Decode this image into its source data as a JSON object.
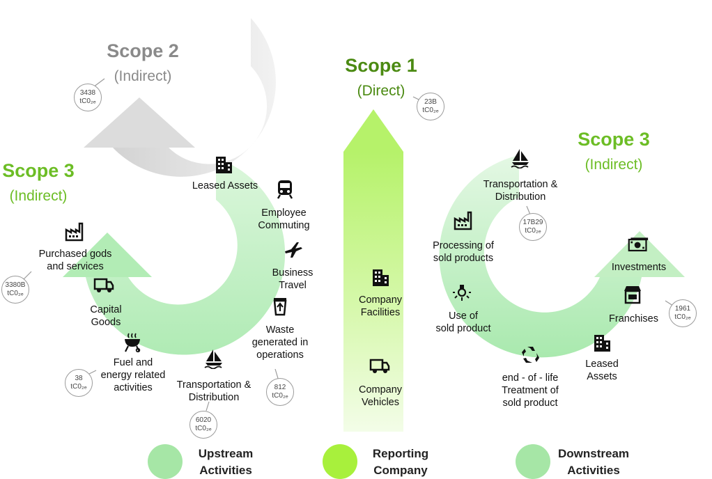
{
  "colors": {
    "scope1": "#4b8a12",
    "scope2": "#8a8a8a",
    "scope3": "#6cbd25",
    "upstream": "#a6e6a6",
    "reporting": "#a8f03c",
    "downstream": "#a6e6a6",
    "scope2_arrow": "#dcdcdc"
  },
  "scope2": {
    "title": "Scope 2",
    "subtitle": "(Indirect)",
    "emission_value": "3438",
    "emission_unit": "tC0₂ₑ"
  },
  "scope1": {
    "title": "Scope 1",
    "subtitle": "(Direct)",
    "emission_value": "23B",
    "emission_unit": "tC0₂ₑ"
  },
  "scope3_upstream": {
    "title": "Scope 3",
    "subtitle": "(Indirect)",
    "items": {
      "leased_assets": "Leased Assets",
      "employee_commuting_1": "Employee",
      "employee_commuting_2": "Commuting",
      "business_travel_1": "Business",
      "business_travel_2": "Travel",
      "waste_1": "Waste",
      "waste_2": "generated in",
      "waste_3": "operations",
      "transport_1": "Transportation  &",
      "transport_2": "Distribution",
      "fuel_1": "Fuel and",
      "fuel_2": "energy related",
      "fuel_3": "activities",
      "capital_1": "Capital",
      "capital_2": "Goods",
      "purchased_1": "Purchased gods",
      "purchased_2": "and services"
    },
    "emissions": {
      "purchased": {
        "value": "3380B",
        "unit": "tC0₂ₑ"
      },
      "fuel": {
        "value": "38",
        "unit": "tC0₂ₑ"
      },
      "transport": {
        "value": "6020",
        "unit": "tC0₂ₑ"
      },
      "waste": {
        "value": "812",
        "unit": "tC0₂ₑ"
      }
    }
  },
  "reporting": {
    "facilities_1": "Company",
    "facilities_2": "Facilities",
    "vehicles_1": "Company",
    "vehicles_2": "Vehicles"
  },
  "scope3_downstream": {
    "title": "Scope 3",
    "subtitle": "(Indirect)",
    "items": {
      "transport_1": "Transportation  &",
      "transport_2": "Distribution",
      "processing_1": "Processing of",
      "processing_2": "sold products",
      "use_1": "Use of",
      "use_2": "sold product",
      "eol_1": "end - of - life",
      "eol_2": "Treatment of",
      "eol_3": "sold product",
      "leased_1": "Leased",
      "leased_2": "Assets",
      "franchises": "Franchises",
      "investments": "Investments"
    },
    "emissions": {
      "transport": {
        "value": "17B29",
        "unit": "tC0₂ₑ"
      },
      "franchises": {
        "value": "1961",
        "unit": "tC0₂ₑ"
      }
    }
  },
  "legend": {
    "upstream_1": "Upstream",
    "upstream_2": "Activities",
    "reporting_1": "Reporting",
    "reporting_2": "Company",
    "downstream_1": "Downstream",
    "downstream_2": "Activities"
  },
  "icons": [
    "building-icon",
    "train-icon",
    "airplane-icon",
    "trash-icon",
    "ship-icon",
    "grill-icon",
    "truck-icon",
    "factory-icon",
    "lightbulb-icon",
    "recycle-icon",
    "store-icon",
    "money-icon"
  ]
}
